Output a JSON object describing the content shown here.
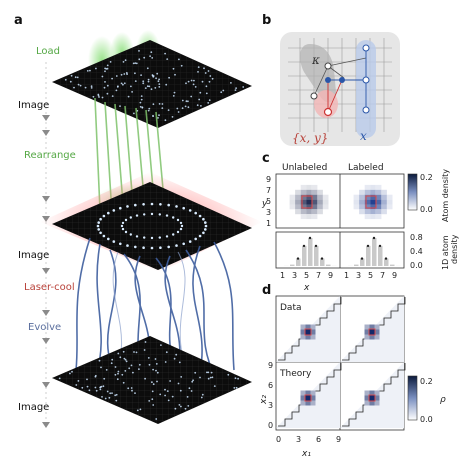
{
  "panels": {
    "a": "a",
    "b": "b",
    "c": "c",
    "d": "d"
  },
  "stages": {
    "load": "Load",
    "image1": "Image",
    "rearrange": "Rearrange",
    "image2": "Image",
    "laser_cool": "Laser-cool",
    "evolve": "Evolve",
    "image3": "Image"
  },
  "colors": {
    "load": "#55a845",
    "rearrange": "#55a845",
    "laser_cool": "#b8423a",
    "evolve": "#5b6f9e",
    "atom": "#cfe6ff",
    "blue_tweezer": "#2a56a8",
    "red_glow": "#f26a6a",
    "green_glow": "#8fe07f"
  },
  "panel_b": {
    "kappa": "κ",
    "xy_label": "{x, y}",
    "x_label": "x"
  },
  "panel_c": {
    "col_unlabeled": "Unlabeled",
    "col_labeled": "Labeled",
    "y_axis": "y",
    "x_axis": "x",
    "y_ticks": [
      "9",
      "7",
      "5",
      "3",
      "1"
    ],
    "x_ticks": [
      "1",
      "3",
      "5",
      "7",
      "9"
    ],
    "colorbar_label": "Atom density",
    "colorbar_ticks": [
      "0.2",
      "0.0"
    ],
    "density_axis_label": "1D atom\ndensity",
    "density_ticks": [
      "0.8",
      "0.4",
      "0.0"
    ]
  },
  "panel_d": {
    "row_data": "Data",
    "row_theory": "Theory",
    "y_axis": "x₂",
    "x_axis": "x₁",
    "y_ticks": [
      "9",
      "6",
      "3",
      "0"
    ],
    "x_ticks": [
      "0",
      "3",
      "6",
      "9"
    ],
    "colorbar_label": "ρ",
    "colorbar_ticks": [
      "0.2",
      "0.0"
    ]
  }
}
